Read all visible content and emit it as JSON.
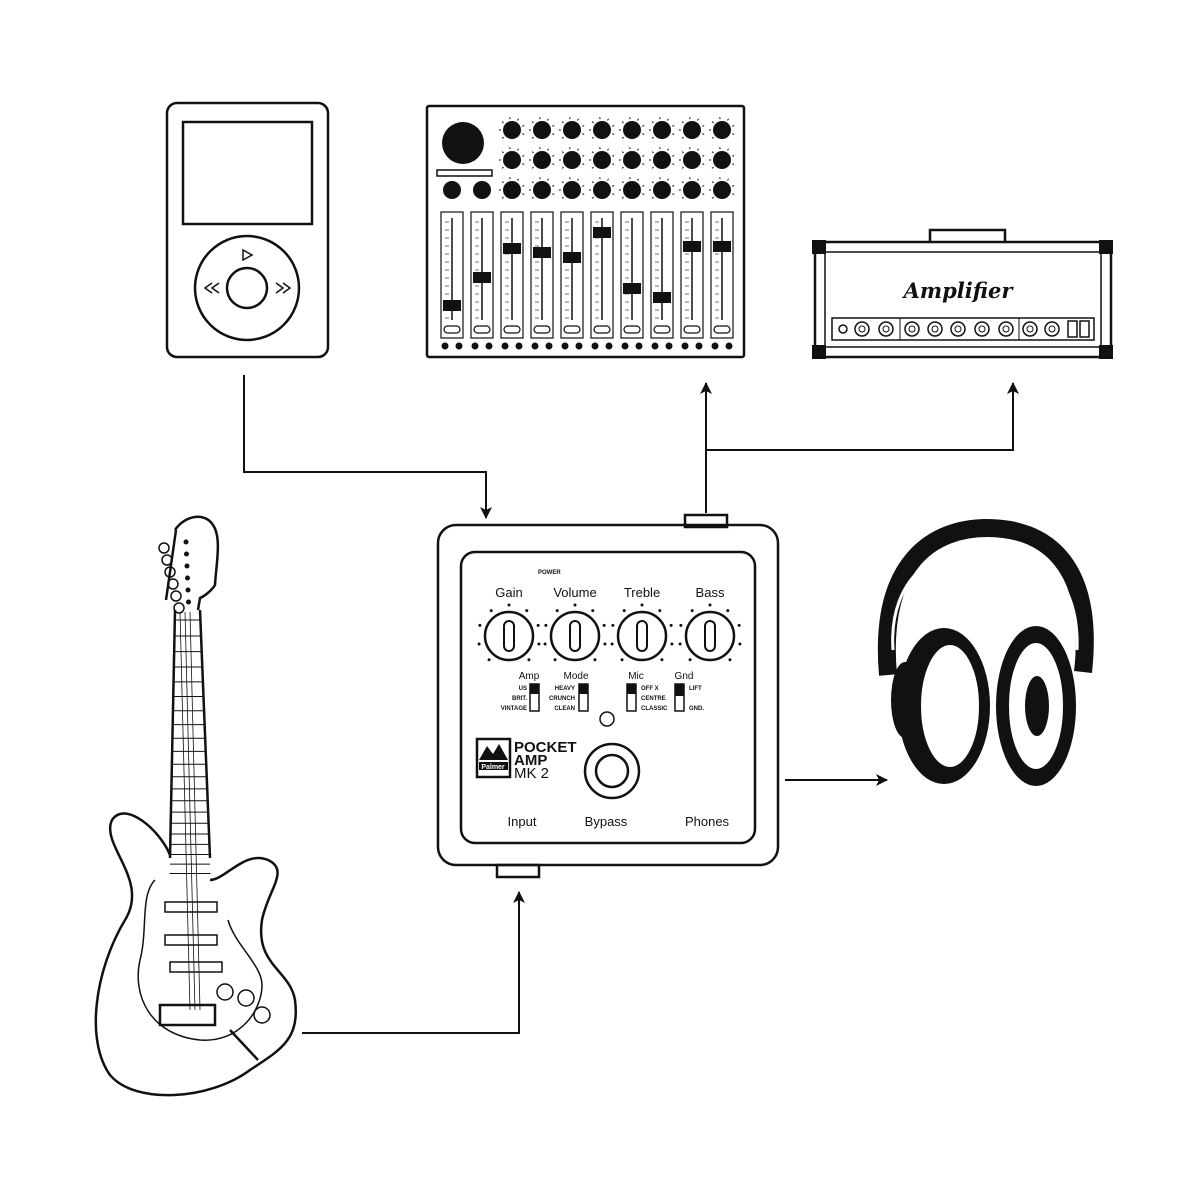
{
  "pedal": {
    "power_label": "POWER",
    "knobs": [
      "Gain",
      "Volume",
      "Treble",
      "Bass"
    ],
    "switches": [
      {
        "label": "Amp",
        "options": [
          "US",
          "BRIT.",
          "VINTAGE"
        ]
      },
      {
        "label": "Mode",
        "options": [
          "HEAVY",
          "CRUNCH",
          "CLEAN"
        ]
      },
      {
        "label": "Mic",
        "options": [
          "OFF X",
          "CENTRE",
          "CLASSIC"
        ]
      },
      {
        "label": "Gnd",
        "options": [
          "LIFT",
          "GND."
        ]
      }
    ],
    "brand_line1": "POCKET",
    "brand_line2": "AMP",
    "model": "MK 2",
    "logo_text": "Palmer",
    "ports": {
      "input": "Input",
      "bypass": "Bypass",
      "phones": "Phones"
    }
  },
  "amplifier": {
    "label": "Amplifier"
  },
  "colors": {
    "ink": "#111111",
    "background": "#ffffff"
  }
}
